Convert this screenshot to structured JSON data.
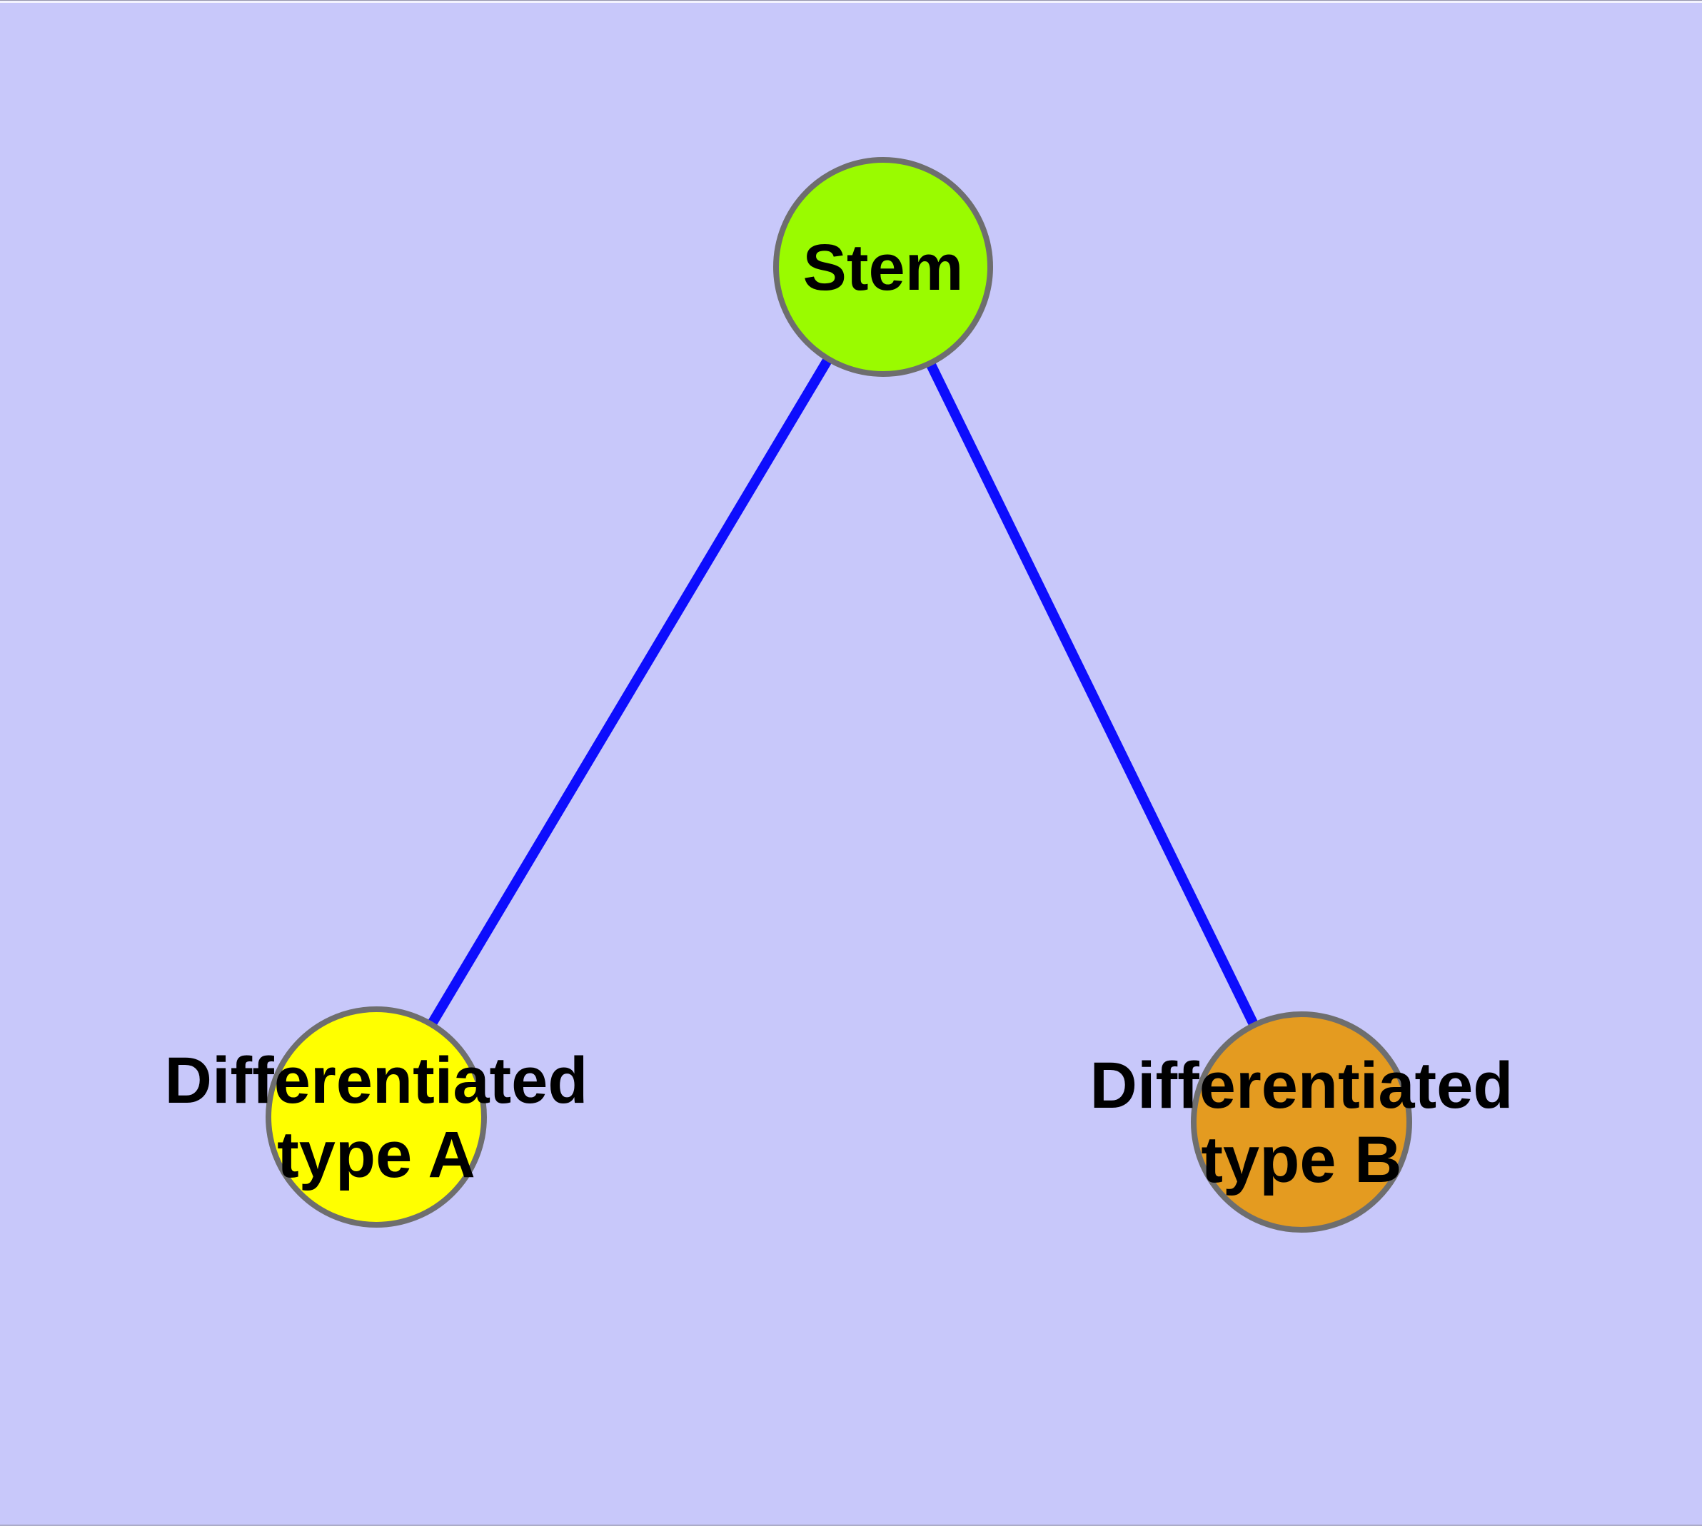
{
  "diagram": {
    "background_color": "#c8c8fa",
    "edge_color": "#0d0dfd",
    "node_border_color": "#6e6e6e",
    "label_color": "#000000",
    "nodes": [
      {
        "name": "stem",
        "label": "Stem",
        "color": "#9afb00"
      },
      {
        "name": "differentiated-type-a",
        "label_line1": "Differentiated",
        "label_line2": "type A",
        "color": "#ffff00"
      },
      {
        "name": "differentiated-type-b",
        "label_line1": "Differentiated",
        "label_line2": "type B",
        "color": "#e49b20"
      }
    ],
    "edges": [
      {
        "from": "stem",
        "to": "differentiated-type-a"
      },
      {
        "from": "stem",
        "to": "differentiated-type-b"
      }
    ]
  }
}
